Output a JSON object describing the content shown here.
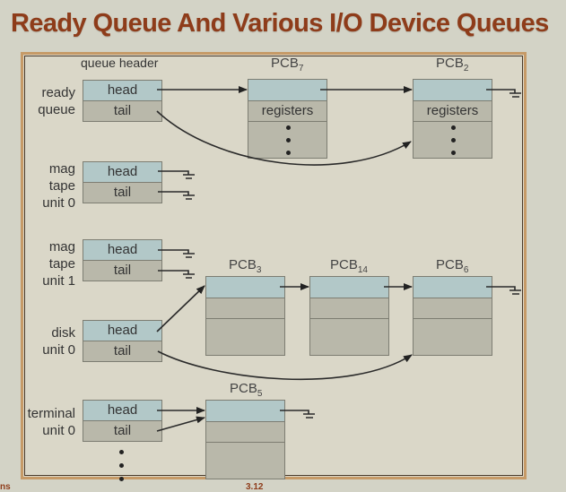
{
  "title": "Ready Queue And Various I/O Device Queues",
  "queue_header_label": "queue header",
  "queues": [
    {
      "label_lines": [
        "ready",
        "queue"
      ],
      "head": "head",
      "tail": "tail"
    },
    {
      "label_lines": [
        "mag",
        "tape",
        "unit 0"
      ],
      "head": "head",
      "tail": "tail"
    },
    {
      "label_lines": [
        "mag",
        "tape",
        "unit 1"
      ],
      "head": "head",
      "tail": "tail"
    },
    {
      "label_lines": [
        "disk",
        "unit 0"
      ],
      "head": "head",
      "tail": "tail"
    },
    {
      "label_lines": [
        "terminal",
        "unit 0"
      ],
      "head": "head",
      "tail": "tail"
    }
  ],
  "pcbs": [
    {
      "name": "PCB",
      "sub": "7",
      "registers_label": "registers"
    },
    {
      "name": "PCB",
      "sub": "2",
      "registers_label": "registers"
    },
    {
      "name": "PCB",
      "sub": "3"
    },
    {
      "name": "PCB",
      "sub": "14"
    },
    {
      "name": "PCB",
      "sub": "6"
    },
    {
      "name": "PCB",
      "sub": "5"
    }
  ],
  "footer": {
    "left": "ns",
    "page": "3.12"
  },
  "colors": {
    "title": "#8e3c1a",
    "head_fill": "#b2c8c8",
    "body_fill": "#b9b8aa",
    "frame": "#c69a67"
  }
}
